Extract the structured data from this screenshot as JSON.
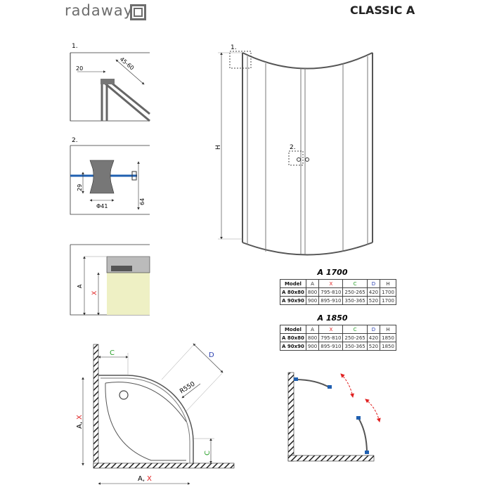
{
  "header": {
    "logo_text": "radaway",
    "product_title": "CLASSIC A"
  },
  "details": {
    "d1": {
      "label": "1.",
      "dim_a": "20",
      "dim_b": "45-60"
    },
    "d2": {
      "label": "2.",
      "dim_h": "29",
      "dim_d": "Φ41",
      "dim_t": "64"
    },
    "d3": {
      "dim_a": "A",
      "dim_x": "X"
    }
  },
  "front_view": {
    "dim_h": "H",
    "callout_1": "1.",
    "callout_2": "2."
  },
  "tables": [
    {
      "title": "A 1700",
      "headers": [
        "Model",
        "A",
        "X",
        "C",
        "D",
        "H"
      ],
      "rows": [
        [
          "A 80x80",
          "800",
          "795-810",
          "250-265",
          "420",
          "1700"
        ],
        [
          "A 90x90",
          "900",
          "895-910",
          "350-365",
          "520",
          "1700"
        ]
      ]
    },
    {
      "title": "A 1850",
      "headers": [
        "Model",
        "A",
        "X",
        "C",
        "D",
        "H"
      ],
      "rows": [
        [
          "A 80x80",
          "800",
          "795-810",
          "250-265",
          "420",
          "1850"
        ],
        [
          "A 90x90",
          "900",
          "895-910",
          "350-365",
          "520",
          "1850"
        ]
      ]
    }
  ],
  "plan_view": {
    "dim_c": "C",
    "dim_d": "D",
    "radius": "R550",
    "dim_a": "A,",
    "dim_x": "X",
    "dim_c2": "C"
  },
  "colors": {
    "x": "#e02020",
    "c": "#2aa02a",
    "d": "#2a3fb0",
    "fill": "#eef0c4"
  }
}
